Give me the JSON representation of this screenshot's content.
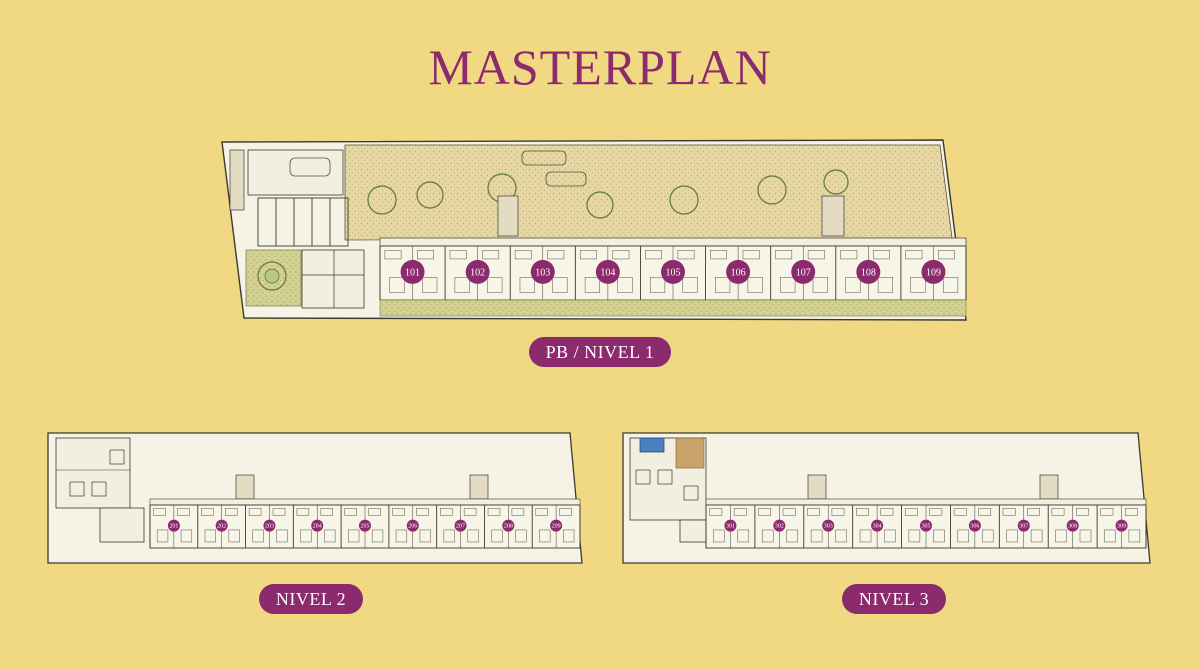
{
  "page": {
    "title": "MASTERPLAN",
    "accent_color": "#8b2a6c",
    "background_color": "#f1d983"
  },
  "floors": [
    {
      "label": "PB / NIVEL 1",
      "units": [
        "101",
        "102",
        "103",
        "104",
        "105",
        "106",
        "107",
        "108",
        "109"
      ]
    },
    {
      "label": "NIVEL 2",
      "units": [
        "201",
        "202",
        "203",
        "204",
        "205",
        "206",
        "207",
        "208",
        "209"
      ]
    },
    {
      "label": "NIVEL 3",
      "units": [
        "301",
        "302",
        "303",
        "304",
        "305",
        "306",
        "307",
        "308",
        "309"
      ]
    }
  ]
}
